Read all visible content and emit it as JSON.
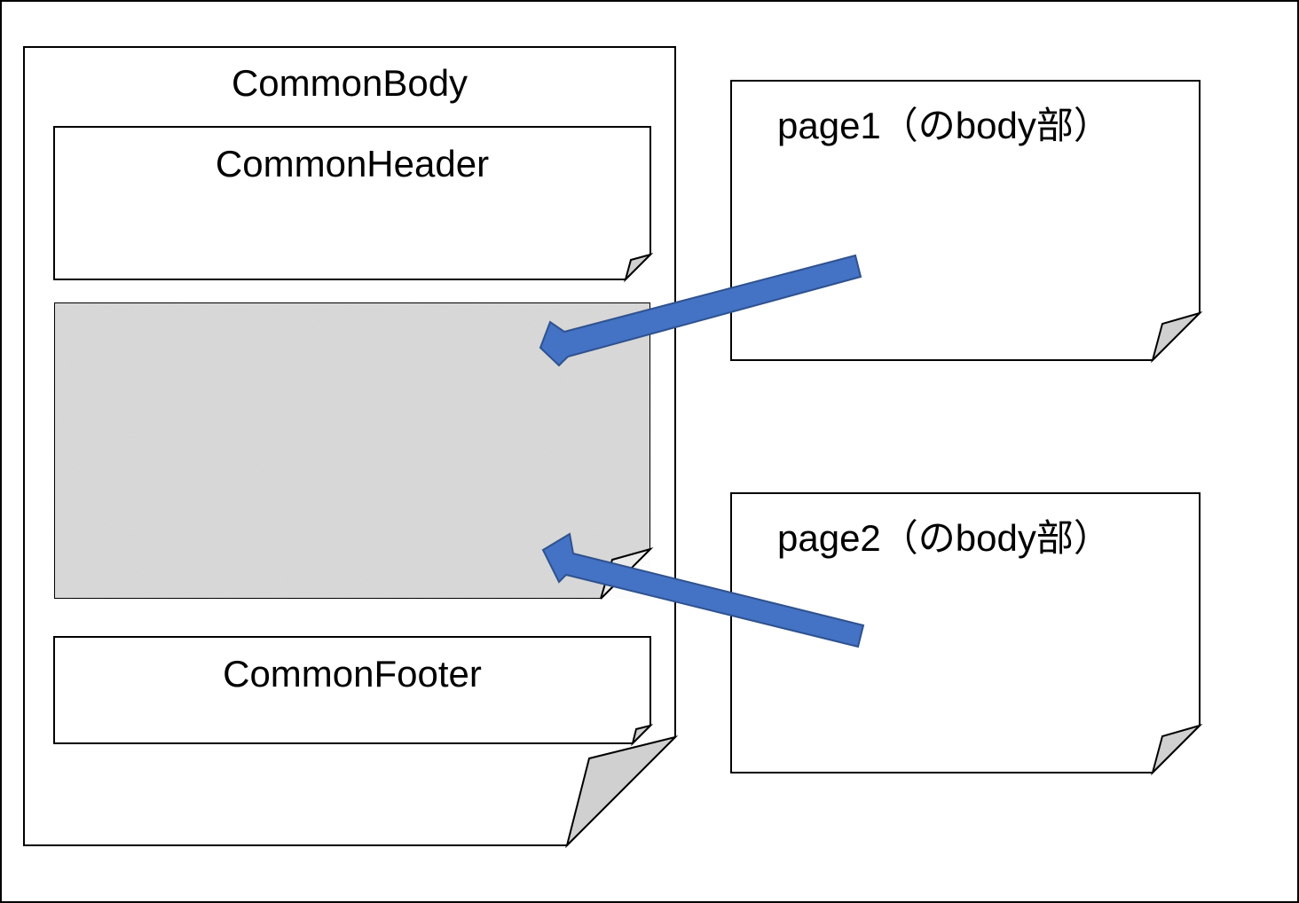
{
  "diagram": {
    "common_body": {
      "label": "CommonBody"
    },
    "common_header": {
      "label": "CommonHeader"
    },
    "content_slot": {
      "label": ""
    },
    "common_footer": {
      "label": "CommonFooter"
    },
    "page1": {
      "label": "page1（のbody部）"
    },
    "page2": {
      "label": "page2（のbody部）"
    }
  },
  "colors": {
    "arrow": "#4472c4",
    "arrow_outline": "#2f528f",
    "slot_fill": "#d9d9d9",
    "fold_fill": "#d0d0d0",
    "stroke": "#000000"
  }
}
